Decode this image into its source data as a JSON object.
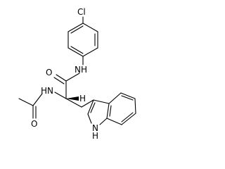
{
  "atoms": {
    "chlorine": "Cl",
    "anilide_nh": "NH",
    "carbonyl_o": "O",
    "amide_nh": "HN",
    "stereo_h": "H",
    "acetyl_o": "O",
    "indole_nh": "N",
    "indole_h": "H"
  },
  "colors": {
    "ink": "#000000",
    "background": "#ffffff"
  }
}
